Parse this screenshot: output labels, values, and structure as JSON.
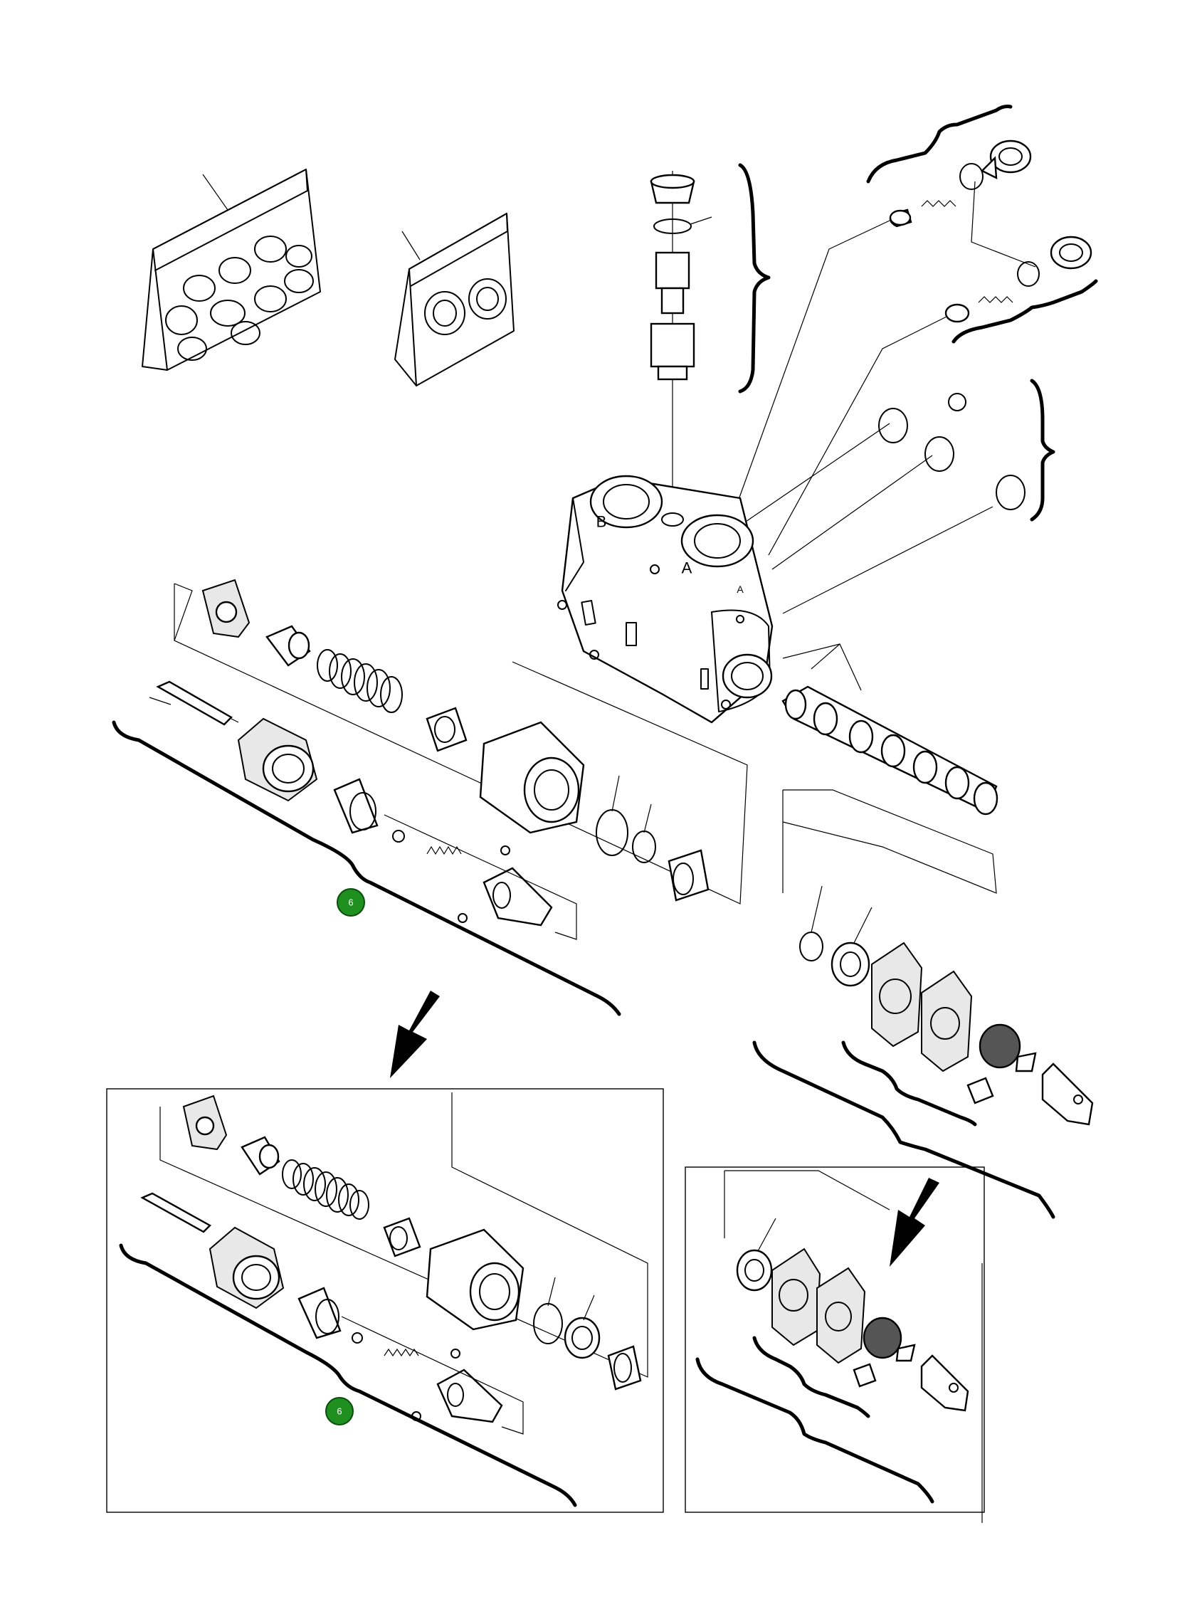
{
  "diagram": {
    "port_labels": {
      "b": "B",
      "a": "A",
      "a_side": "A"
    },
    "callout_badges": {
      "main_spool_assembly": "6",
      "inset_spool_assembly": "6"
    },
    "colors": {
      "badge_fill": "#1f8f1f",
      "ink": "#000000"
    }
  }
}
